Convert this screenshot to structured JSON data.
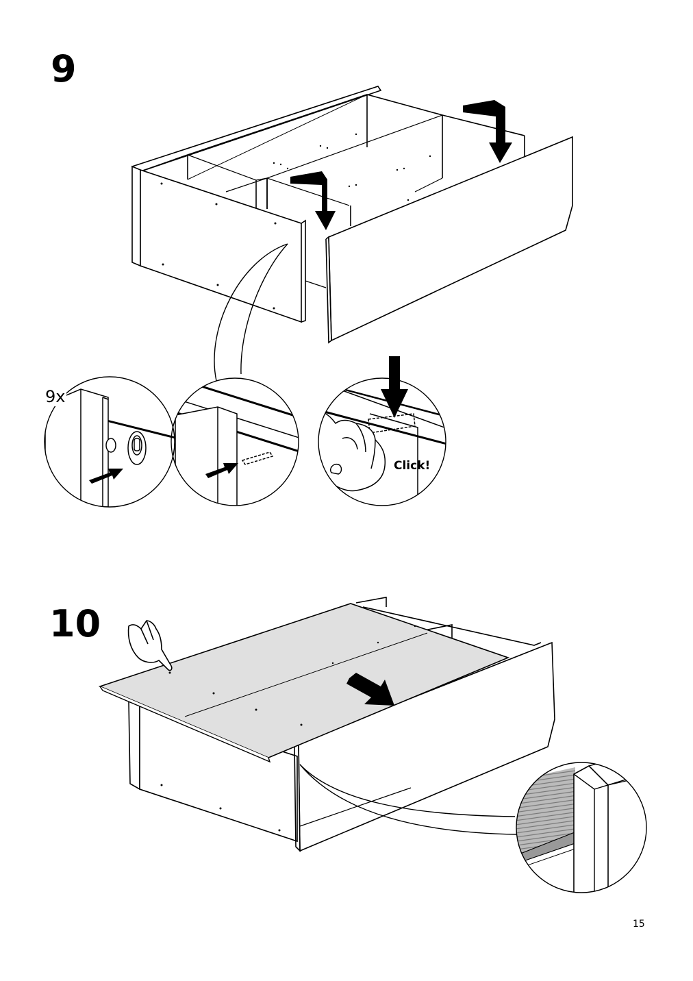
{
  "steps": [
    {
      "number": "9"
    },
    {
      "number": "10"
    }
  ],
  "labels": {
    "quantity": "9x",
    "click": "Click!"
  },
  "page_number": "15"
}
